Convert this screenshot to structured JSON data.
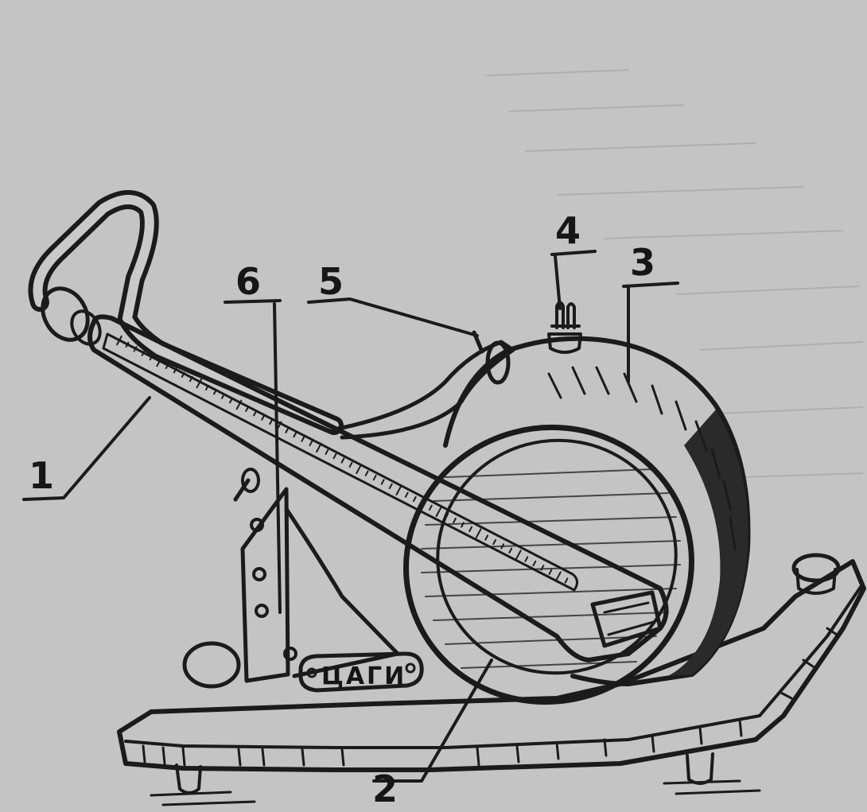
{
  "figure": {
    "callouts": [
      {
        "id": "1",
        "text": "1"
      },
      {
        "id": "2",
        "text": "2"
      },
      {
        "id": "3",
        "text": "3"
      },
      {
        "id": "4",
        "text": "4"
      },
      {
        "id": "5",
        "text": "5"
      },
      {
        "id": "6",
        "text": "6"
      }
    ],
    "nameplate": "ЦАГИ",
    "colors": {
      "paper": "#c4c4c4",
      "ink": "#1b1b1b",
      "base_fill": "#d2d2d2",
      "disc_fill": "#bdbdbd"
    }
  }
}
